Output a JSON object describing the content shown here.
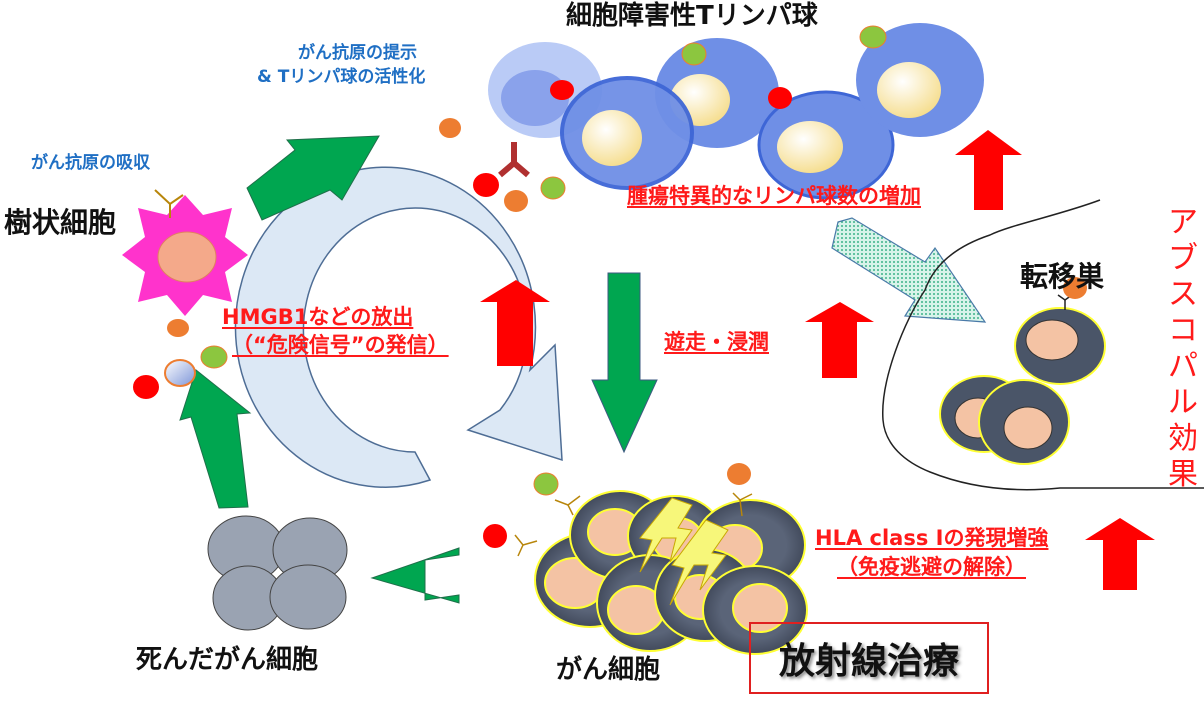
{
  "labels": {
    "ctl_title": "細胞障害性Tリンパ球",
    "presentation_line1": "がん抗原の提示",
    "presentation_line2": "& Tリンパ球の活性化",
    "uptake": "がん抗原の吸収",
    "dendritic_cell": "樹状細胞",
    "hmgb1_line1": "HMGB1などの放出",
    "hmgb1_line2": "（“危険信号”の発信）",
    "tumor_specific": "腫瘍特異的なリンパ球数の増加",
    "migration": "遊走・浸潤",
    "metastasis": "転移巣",
    "hla_line1": "HLA class Iの発現増強",
    "hla_line2": "（免疫逃避の解除）",
    "dead_cells": "死んだがん細胞",
    "cancer_cells": "がん細胞",
    "radiotherapy": "放射線治療",
    "abscopal_chars": [
      "ア",
      "ブ",
      "ス",
      "コ",
      "パ",
      "ル",
      "効",
      "果"
    ]
  },
  "colors": {
    "green_arrow": "#00a650",
    "red_arrow": "#ff0000",
    "lymph_blue": "#6f8fe6",
    "cancer_dark": "#4a5568",
    "cancer_nucleus": "#f4c3a4",
    "dead_gray": "#9aa3b2",
    "dendritic_pink": "#ff33cc",
    "antigen_red": "#ff0000",
    "antigen_green": "#8cc63f",
    "antigen_orange": "#ed7d31"
  }
}
